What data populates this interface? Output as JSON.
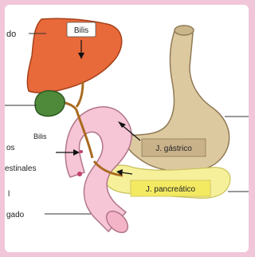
{
  "labels": {
    "liver_left": "do",
    "bile_top": "Bilis",
    "bile_left": "Bilis",
    "intestinal_line1": "os",
    "intestinal_line2": "estinales",
    "intestine_small": "l",
    "bottom_left": "gado",
    "gastric_juice": "J. gástrico",
    "pancreatic_juice": "J. pancreático"
  },
  "colors": {
    "page_border": "#f2c6d9",
    "liver": "#e8693a",
    "gallbladder": "#4f8a3a",
    "stomach": "#ddc9a0",
    "intestine": "#f6c6d6",
    "pancreas": "#f6f09a",
    "gastric_label_bg": "#c9b28a",
    "pancreatic_label_bg": "#f4ea62"
  }
}
